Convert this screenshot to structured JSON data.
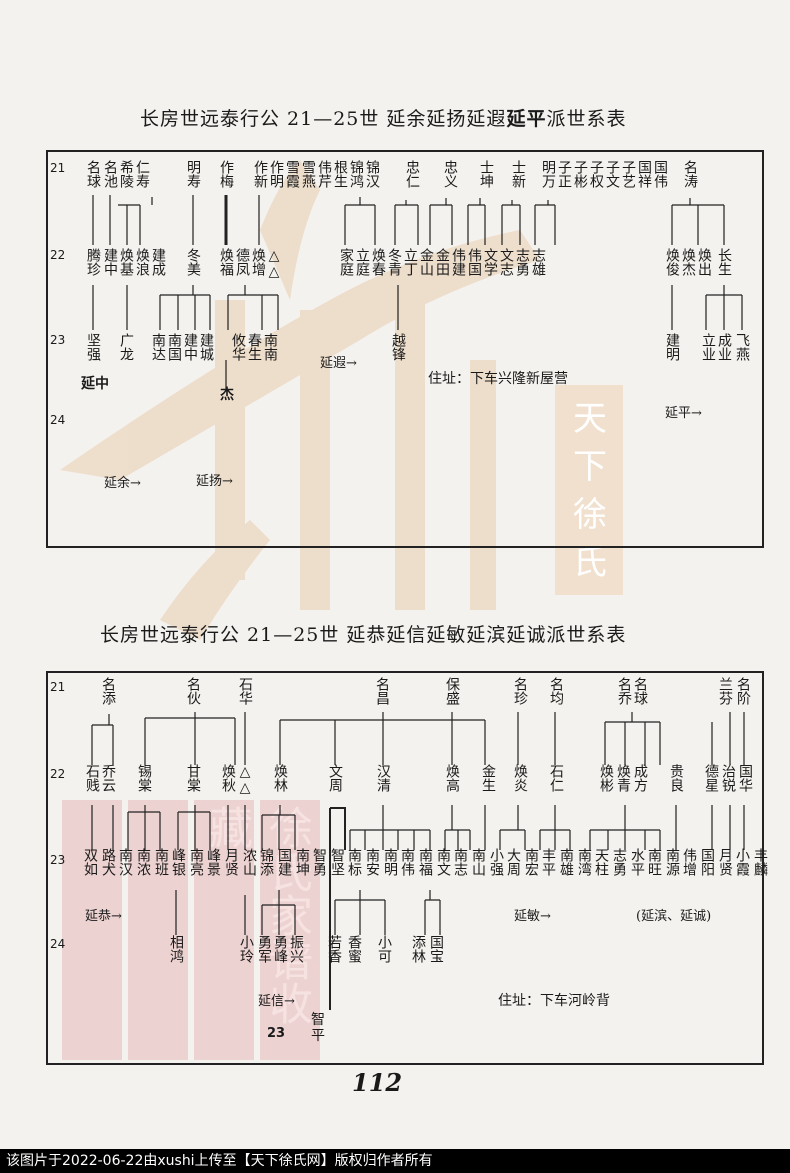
{
  "table1": {
    "title_prefix": "长房世远泰行公 21—25世 延余延扬延遐",
    "title_bold": "延平",
    "title_suffix": "派世系表",
    "gens": [
      "21",
      "22",
      "23",
      "24"
    ],
    "row21": [
      "名球",
      "名池",
      "希陵",
      "仁寿",
      "明寿",
      "作梅",
      "作新",
      "作明",
      "雪霞",
      "雪燕",
      "伟芹",
      "根生",
      "锦鸿",
      "锦汉",
      "忠仁",
      "忠义",
      "士坤",
      "士新",
      "明万",
      "子正",
      "子彬",
      "子权",
      "子文",
      "子艺",
      "国祥",
      "国伟",
      "名涛"
    ],
    "row22": [
      "腾珍",
      "建中",
      "焕基",
      "焕浪",
      "建成",
      "冬美",
      "焕福",
      "德凤",
      "焕增",
      "△△",
      "家庭",
      "立庭",
      "焕春",
      "冬青",
      "立丁",
      "金山",
      "金田",
      "伟建",
      "伟国",
      "文学",
      "文志",
      "志勇",
      "志雄",
      "焕俊",
      "焕杰",
      "焕出",
      "长生"
    ],
    "row23": [
      "坚强",
      "广龙",
      "南达",
      "南国",
      "建中",
      "建城",
      "攸华",
      "春生",
      "南南",
      "越锋",
      "建明",
      "立业",
      "成业",
      "飞燕"
    ],
    "extra": [
      "延中",
      "杰"
    ],
    "branches": [
      "延遐→",
      "延余→",
      "延扬→",
      "延平→"
    ],
    "address": "住址：下车兴隆新屋营"
  },
  "table2": {
    "title": "长房世远泰行公 21—25世 延恭延信延敏延滨延诚派世系表",
    "gens": [
      "21",
      "22",
      "23",
      "24"
    ],
    "row21": [
      "名添",
      "名伙",
      "石华",
      "名昌",
      "保盛",
      "名珍",
      "名均",
      "名乔",
      "名球",
      "兰芬",
      "名阶"
    ],
    "row22": [
      "石贱",
      "乔云",
      "锡棠",
      "甘棠",
      "焕秋",
      "△△",
      "焕林",
      "文周",
      "汉清",
      "焕高",
      "金生",
      "焕炎",
      "石仁",
      "焕彬",
      "焕青",
      "成方",
      "贵良",
      "德星",
      "治锐",
      "国华"
    ],
    "row23": [
      "双如",
      "路犬",
      "南汉",
      "南浓",
      "南班",
      "峰银",
      "南亮",
      "峰景",
      "月贤",
      "浓山",
      "锦添",
      "国建",
      "南坤",
      "智勇",
      "智坚",
      "南标",
      "南安",
      "南明",
      "南伟",
      "南福",
      "南文",
      "南志",
      "南山",
      "小强",
      "大周",
      "南宏",
      "丰平",
      "南雄",
      "南湾",
      "天柱",
      "志勇",
      "水平",
      "南旺",
      "南源",
      "伟增",
      "国阳",
      "月贤",
      "小霞",
      "丰麟"
    ],
    "row24": [
      "相鸿",
      "小玲",
      "勇军",
      "勇峰",
      "振兴",
      "若香",
      "香蜜",
      "小可",
      "添林",
      "国宝"
    ],
    "branches": [
      "延恭→",
      "延信→",
      "延敏→",
      "(延滨、延诚)"
    ],
    "address": "住址：下车河岭背",
    "side_name": "智平",
    "side_gen": "23"
  },
  "page_number": "112",
  "footer": "该图片于2022-06-22由xushi上传至【天下徐氏网】版权归作者所有",
  "watermark": {
    "text": "天下徐氏",
    "seal": "徐氏家谱收藏",
    "color_main": "#e8c9a8",
    "color_seal": "#e7b9b9"
  }
}
